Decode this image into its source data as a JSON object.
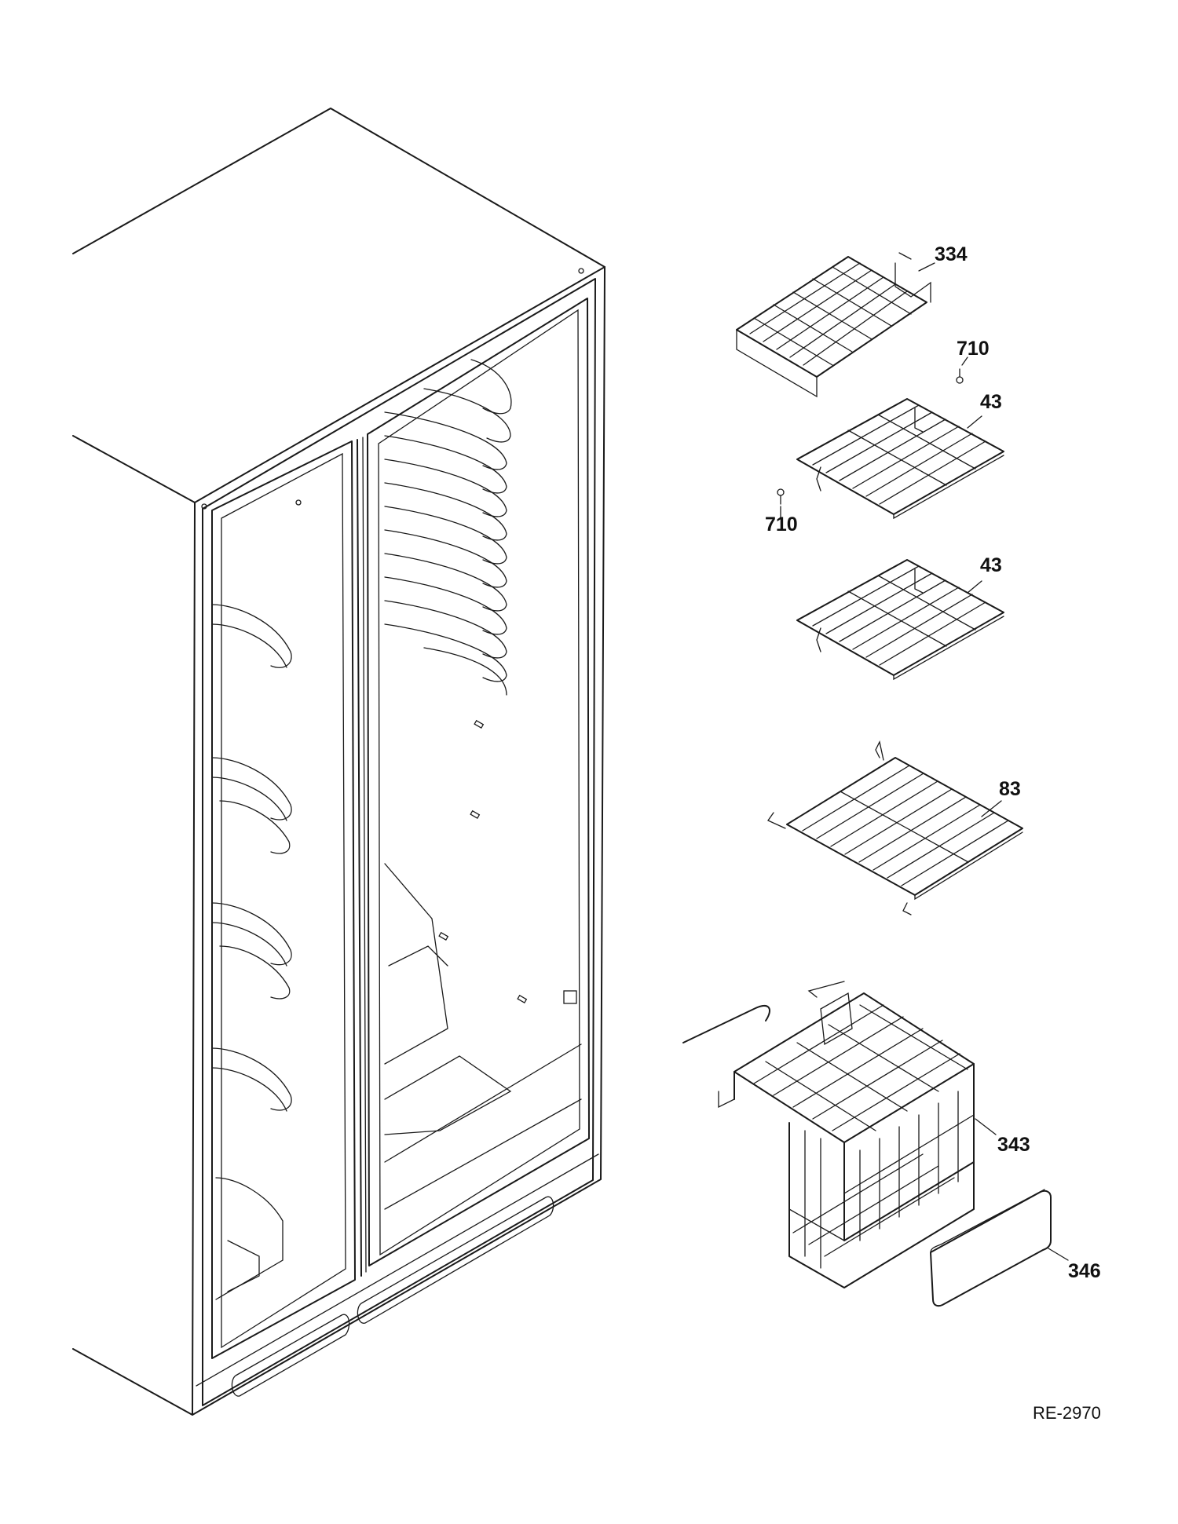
{
  "callouts": {
    "c334": "334",
    "c710a": "710",
    "c43a": "43",
    "c710b": "710",
    "c43b": "43",
    "c83": "83",
    "c343": "343",
    "c346": "346"
  },
  "reference_code": "RE-2970"
}
